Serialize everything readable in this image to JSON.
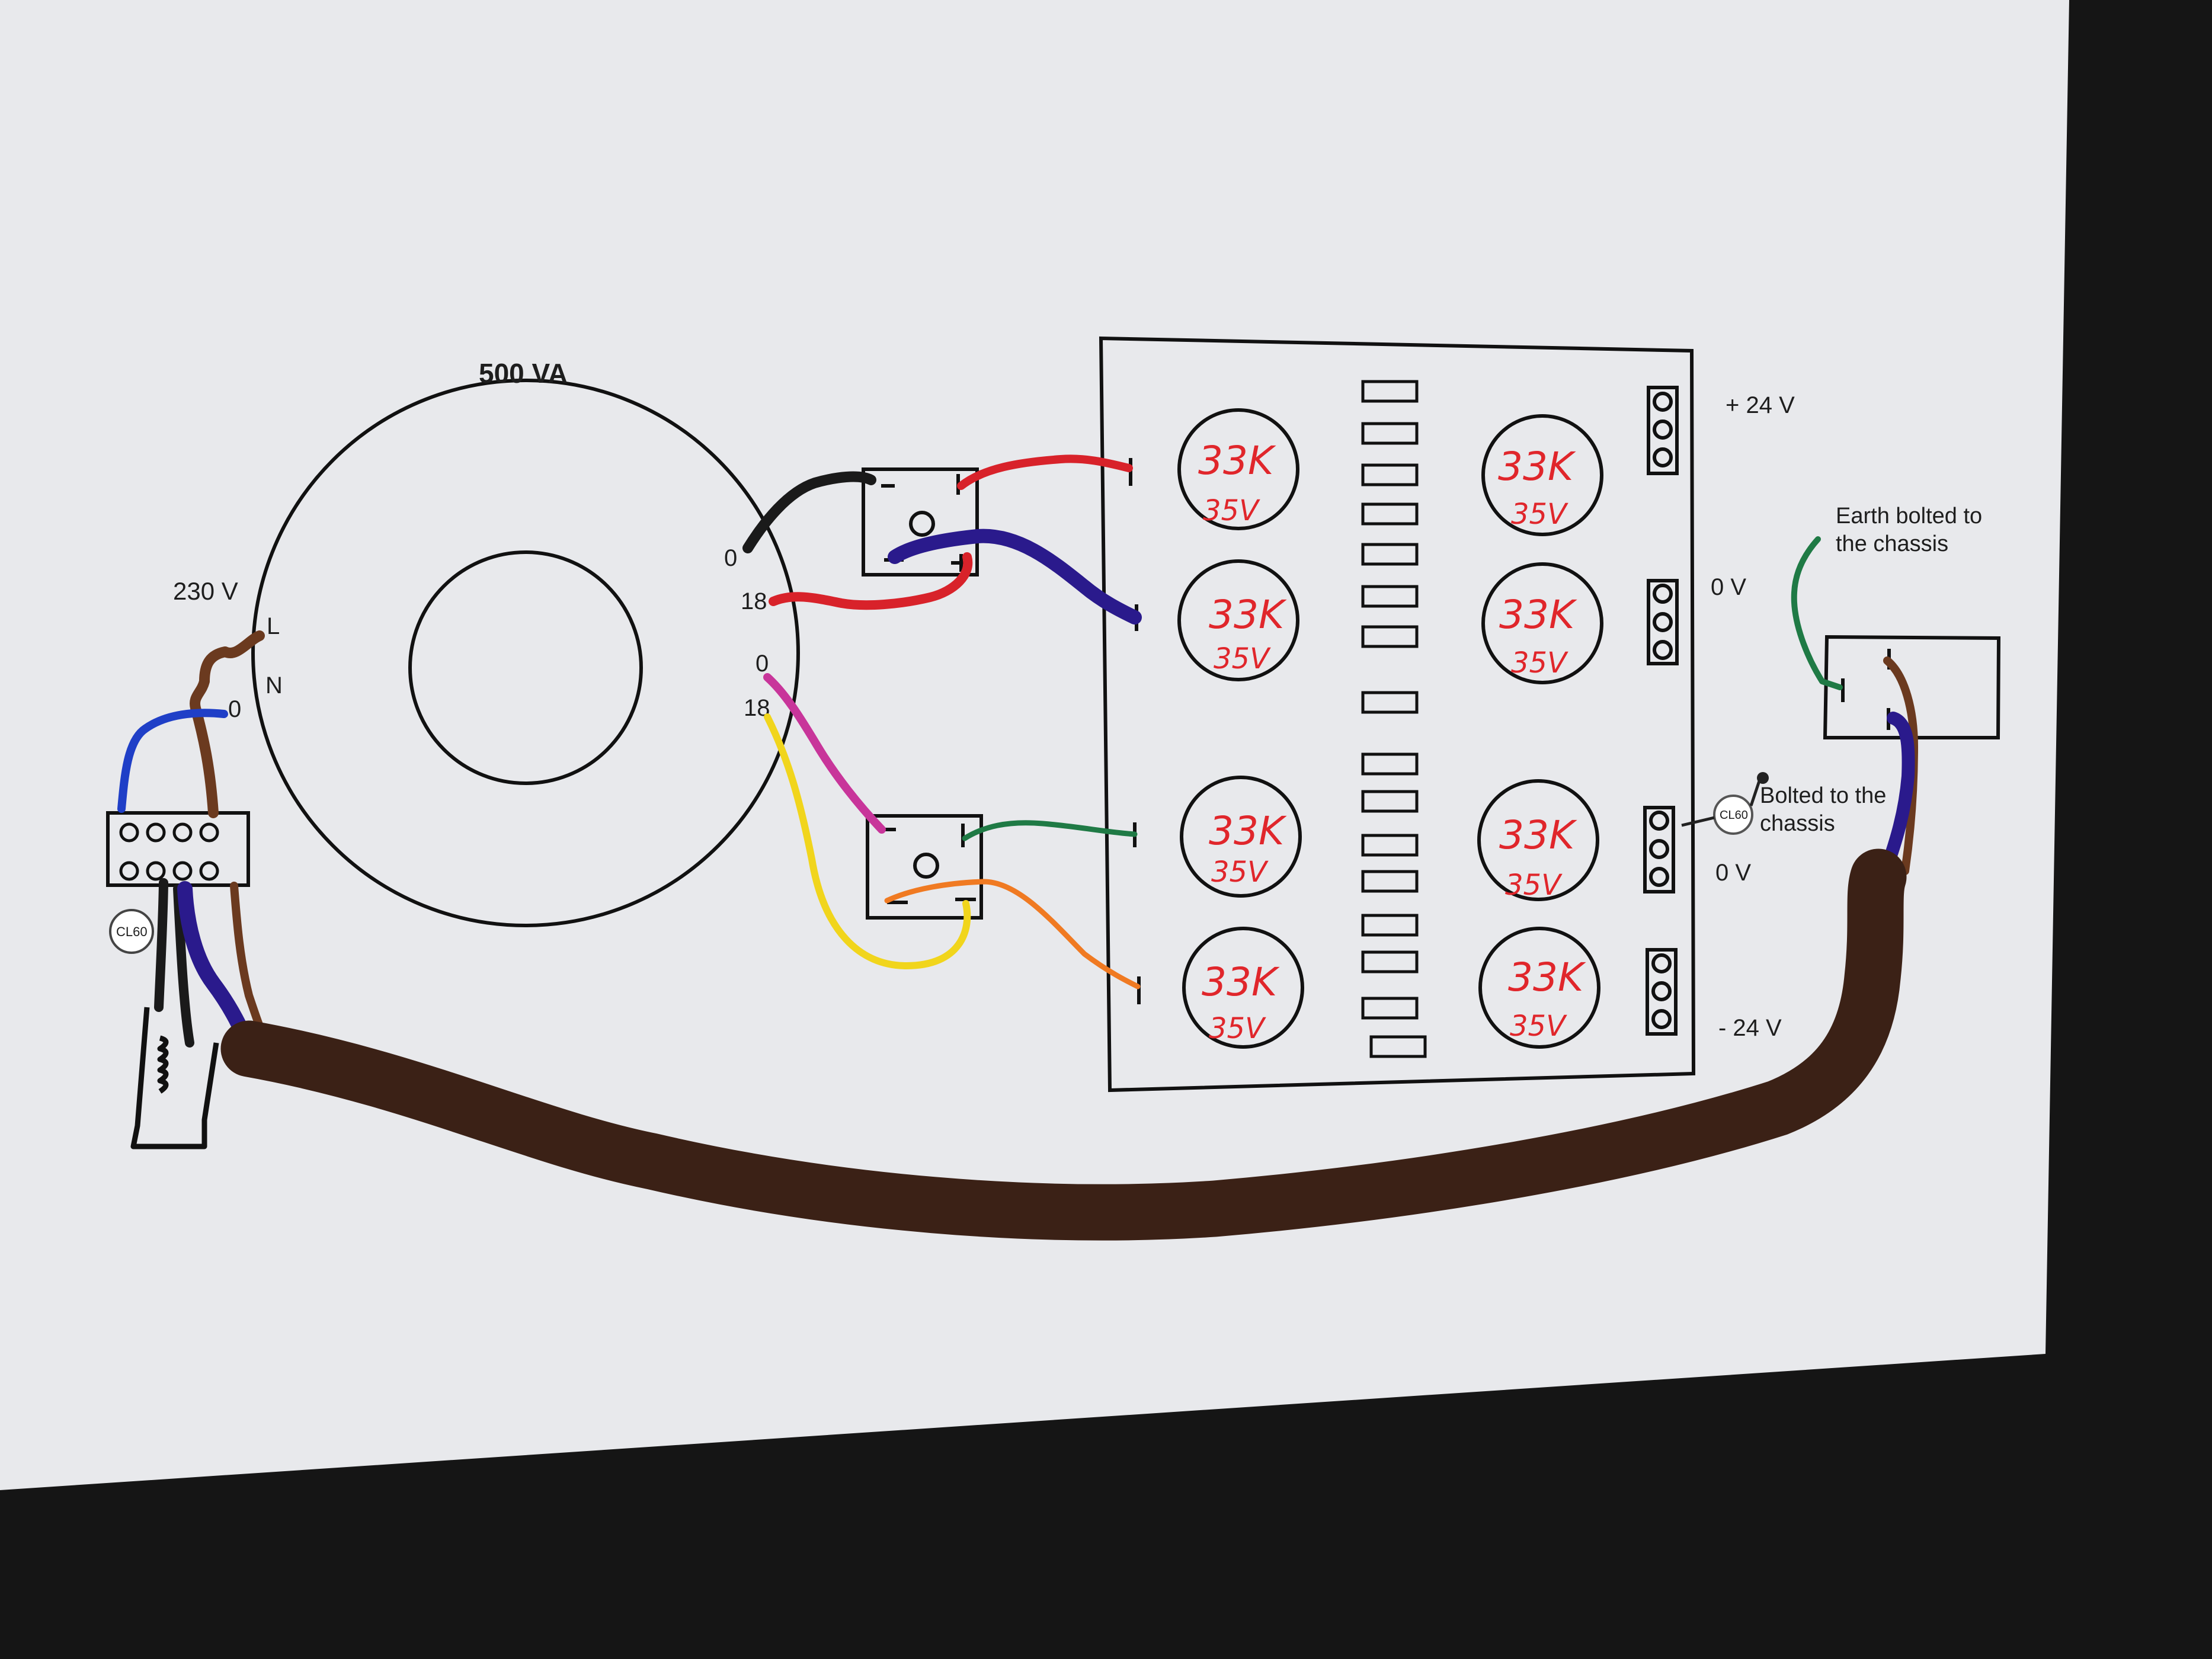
{
  "transformer": {
    "rating": "500 VA",
    "primary_voltage": "230 V",
    "primary_pins": [
      "L",
      "N",
      "0"
    ],
    "secondary_pins": [
      "0",
      "18",
      "0",
      "18"
    ]
  },
  "capacitors": {
    "value": "33K",
    "voltage": "35V",
    "count": 8
  },
  "outputs": [
    "+ 24 V",
    "0 V",
    "0 V",
    "- 24 V"
  ],
  "notes": {
    "earth": "Earth bolted to the chassis",
    "bolted": "Bolted to the chassis"
  },
  "thermistor_label": "CL60",
  "wire_colors": {
    "brown": "#6b3a1f",
    "blue": "#1f3fc7",
    "dark_blue": "#2a1a8c",
    "black": "#1a1a1a",
    "red": "#d8222a",
    "magenta": "#c8359a",
    "yellow": "#f1d51c",
    "green": "#1f7a45",
    "orange": "#f07a22",
    "cable": "#3b2116"
  }
}
